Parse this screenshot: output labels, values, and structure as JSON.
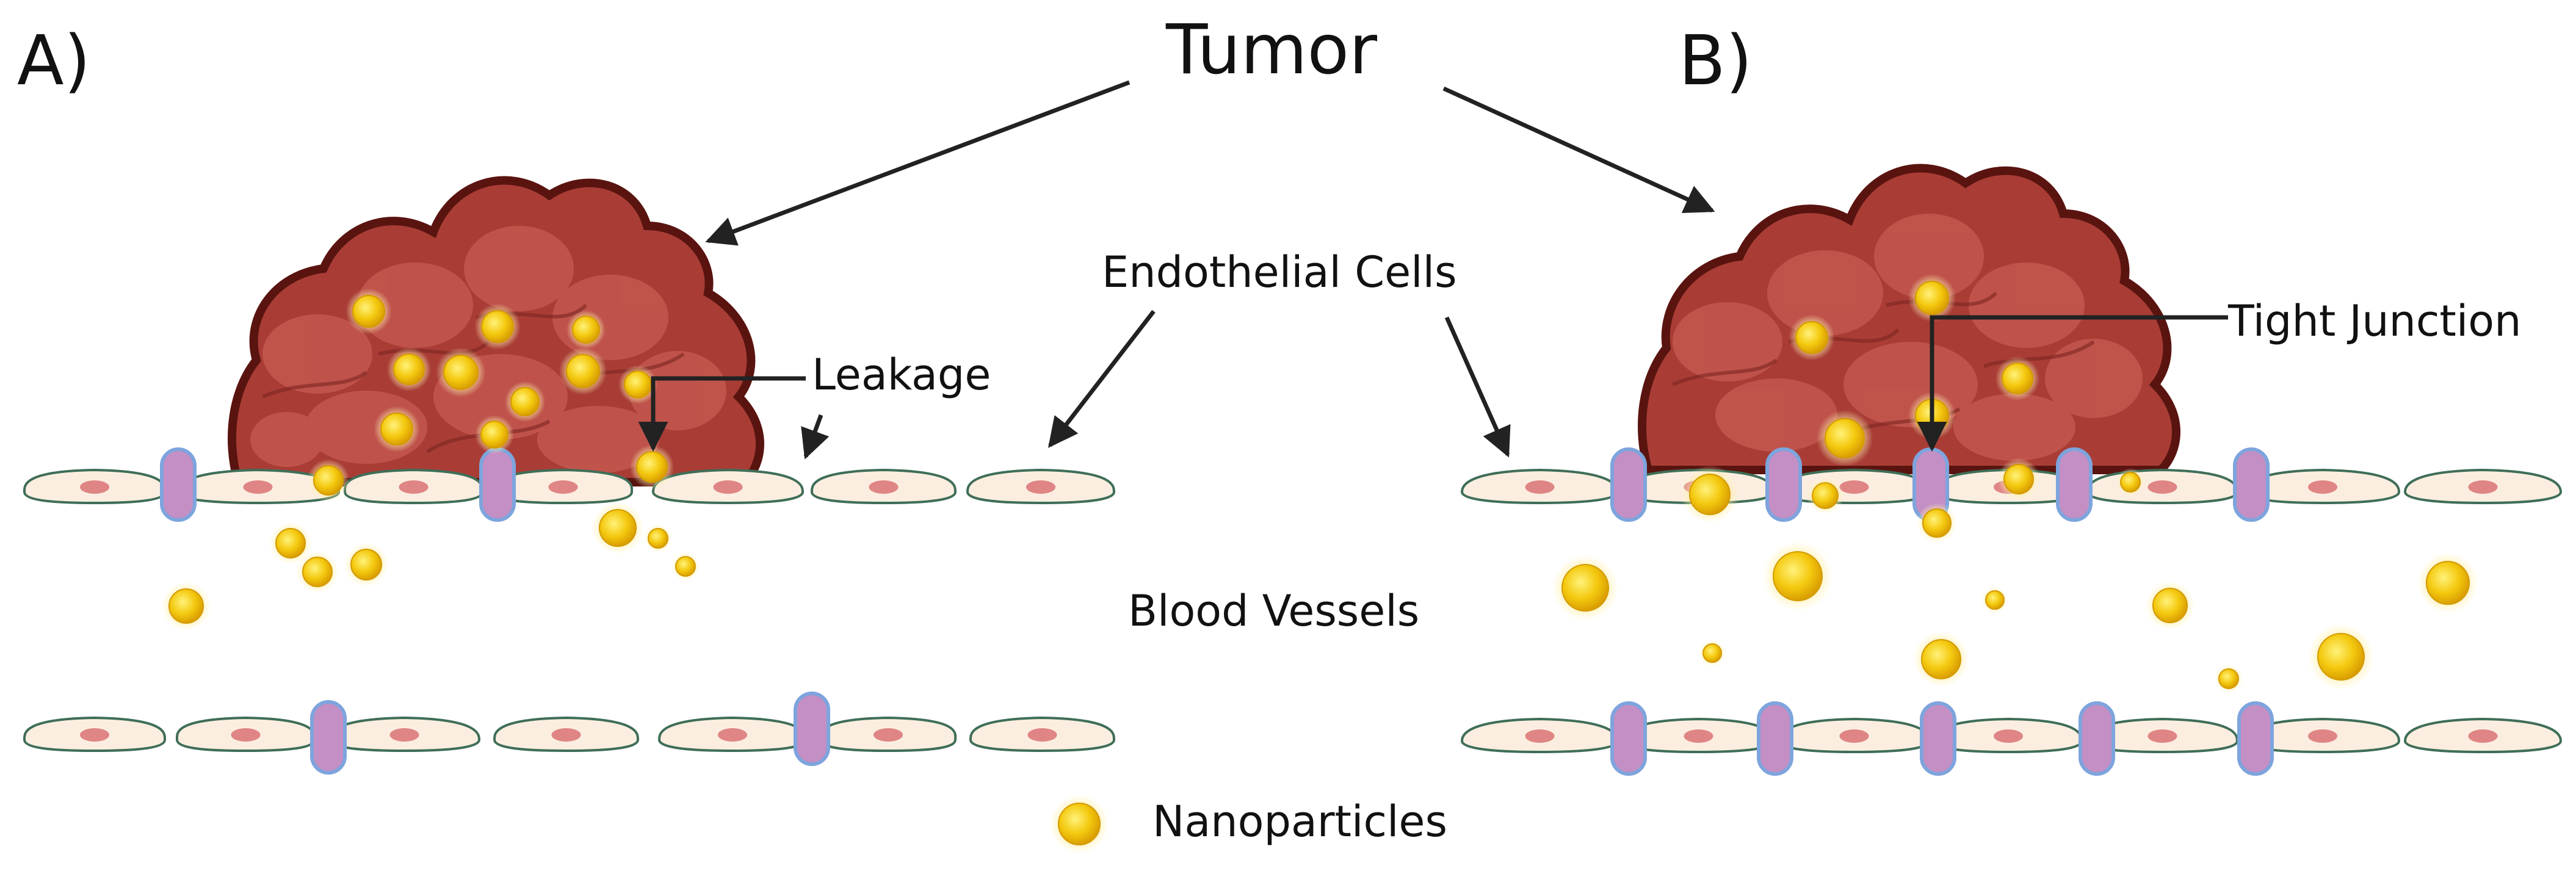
{
  "panels": {
    "a_label": "A)",
    "b_label": "B)"
  },
  "labels": {
    "tumor": "Tumor",
    "endothelial_cells": "Endothelial Cells",
    "leakage": "Leakage",
    "tight_junction": "Tight Junction",
    "blood_vessels": "Blood Vessels",
    "nanoparticles": "Nanoparticles"
  },
  "colors": {
    "tumor_fill": "#a93d36",
    "tumor_outline": "#5a1410",
    "tumor_lobe": "#c4584f",
    "cell_fill": "#fbeee0",
    "cell_outline": "#3f6e58",
    "nucleus": "#e08585",
    "junction_fill": "#c48fc4",
    "junction_outline": "#7ea4dd",
    "nanoparticle": "#f2c10c",
    "nanoparticle_edge": "#d39a00",
    "arrow": "#222222"
  },
  "icons": [
    "nanoparticle-icon",
    "arrow-icon"
  ]
}
